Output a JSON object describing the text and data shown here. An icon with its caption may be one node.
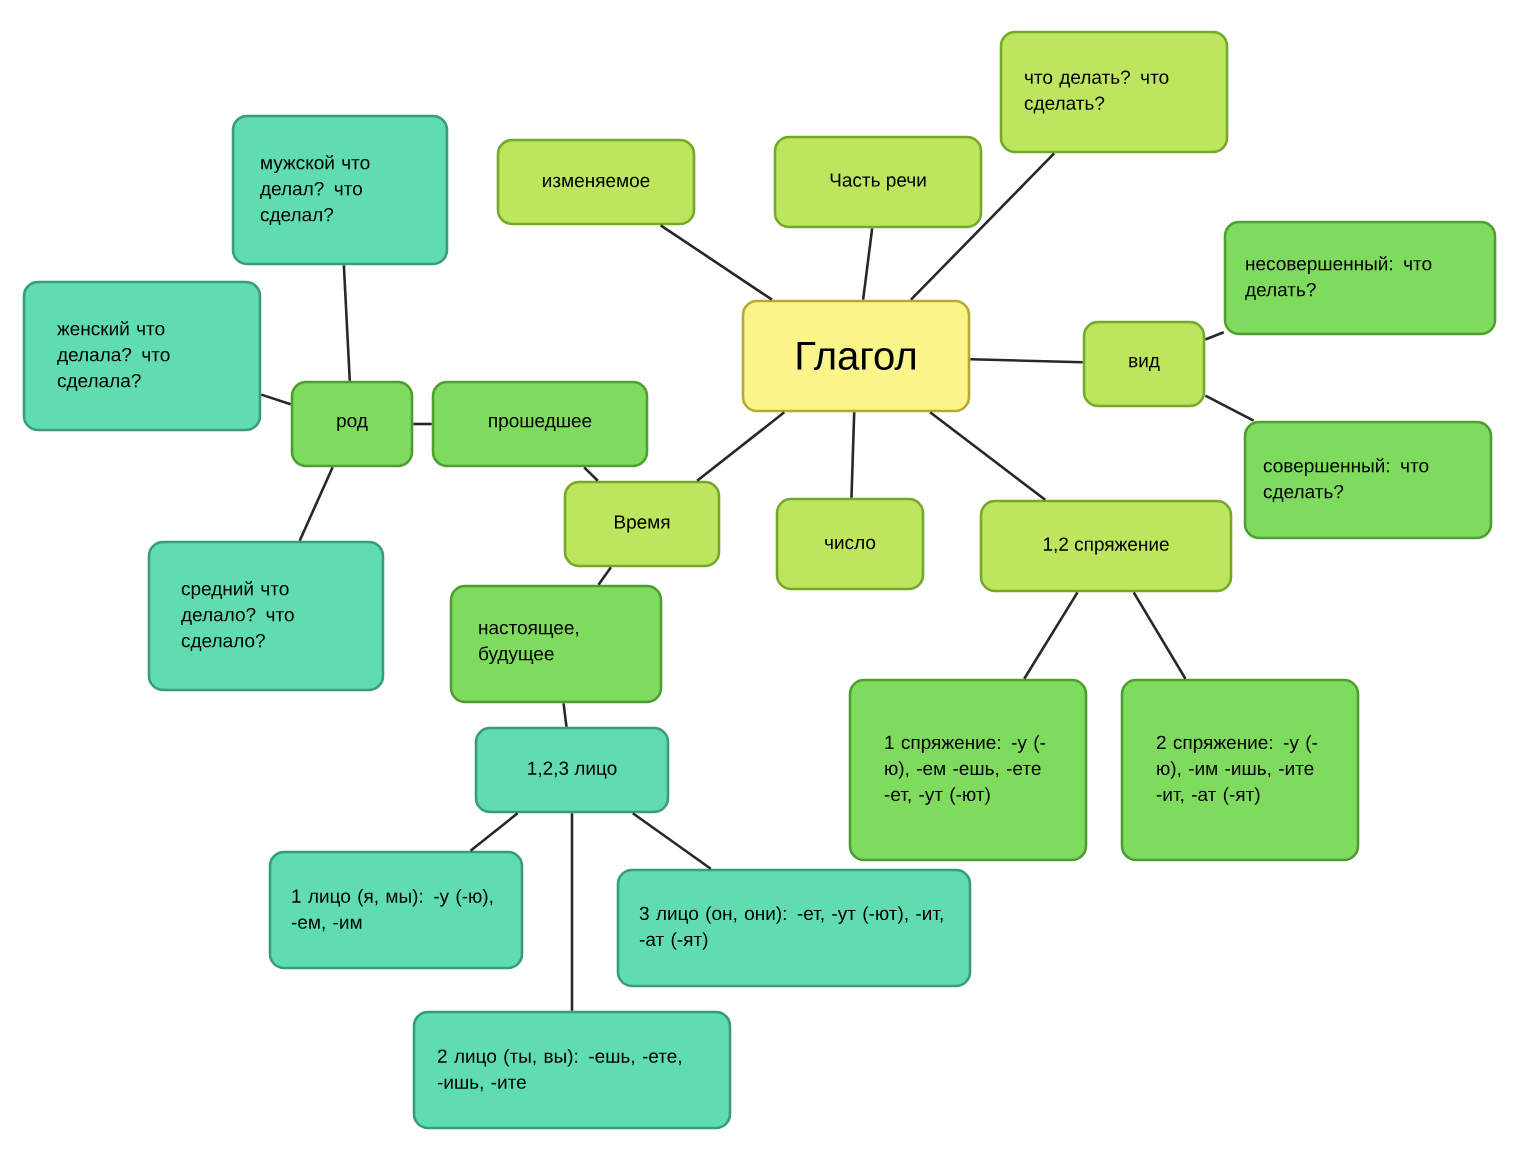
{
  "diagram": {
    "nodes": [
      {
        "text": [
          "Глагол"
        ]
      },
      {
        "text": [
          "изменяемое"
        ]
      },
      {
        "text": [
          "Часть речи"
        ]
      },
      {
        "text": [
          "что делать? что сделать?"
        ]
      },
      {
        "text": [
          "вид"
        ]
      },
      {
        "text": [
          "несовершенный: что делать?"
        ]
      },
      {
        "text": [
          "совершенный: что сделать?"
        ]
      },
      {
        "text": [
          "1,2 спряжение"
        ]
      },
      {
        "text": [
          "число"
        ]
      },
      {
        "text": [
          "Время"
        ]
      },
      {
        "text": [
          "прошедшее"
        ]
      },
      {
        "text": [
          "род"
        ]
      },
      {
        "text": [
          "мужской что делал? что сделал?"
        ]
      },
      {
        "text": [
          "женский что делала? что сделала?"
        ]
      },
      {
        "text": [
          "средний что делало? что сделало?"
        ]
      },
      {
        "text": [
          "настоящее, будущее"
        ]
      },
      {
        "text": [
          "1,2,3 лицо"
        ]
      },
      {
        "text": [
          "1 лицо (я, мы): -у (-ю), -ем, -им"
        ]
      },
      {
        "text": [
          "3 лицо (он, они): -ет, -ут (-ют), -ит, -ат (-ят)"
        ]
      },
      {
        "text": [
          "2 лицо (ты, вы): -ешь, -ете, -ишь, -ите"
        ]
      },
      {
        "text": [
          "1 спряжение: -у (-ю), -ем -ешь, -ете -ет, -ут (-ют)"
        ]
      },
      {
        "text": [
          "2 спряжение: -у (-ю), -им -ишь, -ите -ит, -ат (-ят)"
        ]
      }
    ],
    "edges": [
      {
        "from": 0,
        "to": 1,
        "arrow": "none"
      },
      {
        "from": 0,
        "to": 2,
        "arrow": "none"
      },
      {
        "from": 0,
        "to": 3,
        "arrow": "none"
      },
      {
        "from": 0,
        "to": 4,
        "arrow": "none"
      },
      {
        "from": 4,
        "to": 5,
        "arrow": "none"
      },
      {
        "from": 4,
        "to": 6,
        "arrow": "none"
      },
      {
        "from": 0,
        "to": 7,
        "arrow": "none"
      },
      {
        "from": 7,
        "to": 20,
        "arrow": "none"
      },
      {
        "from": 7,
        "to": 21,
        "arrow": "none"
      },
      {
        "from": 0,
        "to": 8,
        "arrow": "none"
      },
      {
        "from": 0,
        "to": 9,
        "arrow": "none"
      },
      {
        "from": 9,
        "to": 10,
        "arrow": "none"
      },
      {
        "from": 10,
        "to": 11,
        "arrow": "none"
      },
      {
        "from": 11,
        "to": 12,
        "arrow": "none"
      },
      {
        "from": 11,
        "to": 13,
        "arrow": "none"
      },
      {
        "from": 11,
        "to": 14,
        "arrow": "none"
      },
      {
        "from": 9,
        "to": 15,
        "arrow": "none"
      },
      {
        "from": 15,
        "to": 16,
        "arrow": "none"
      },
      {
        "from": 16,
        "to": 17,
        "arrow": "none"
      },
      {
        "from": 16,
        "to": 19,
        "arrow": "none"
      },
      {
        "from": 16,
        "to": 18,
        "arrow": "none"
      }
    ]
  }
}
